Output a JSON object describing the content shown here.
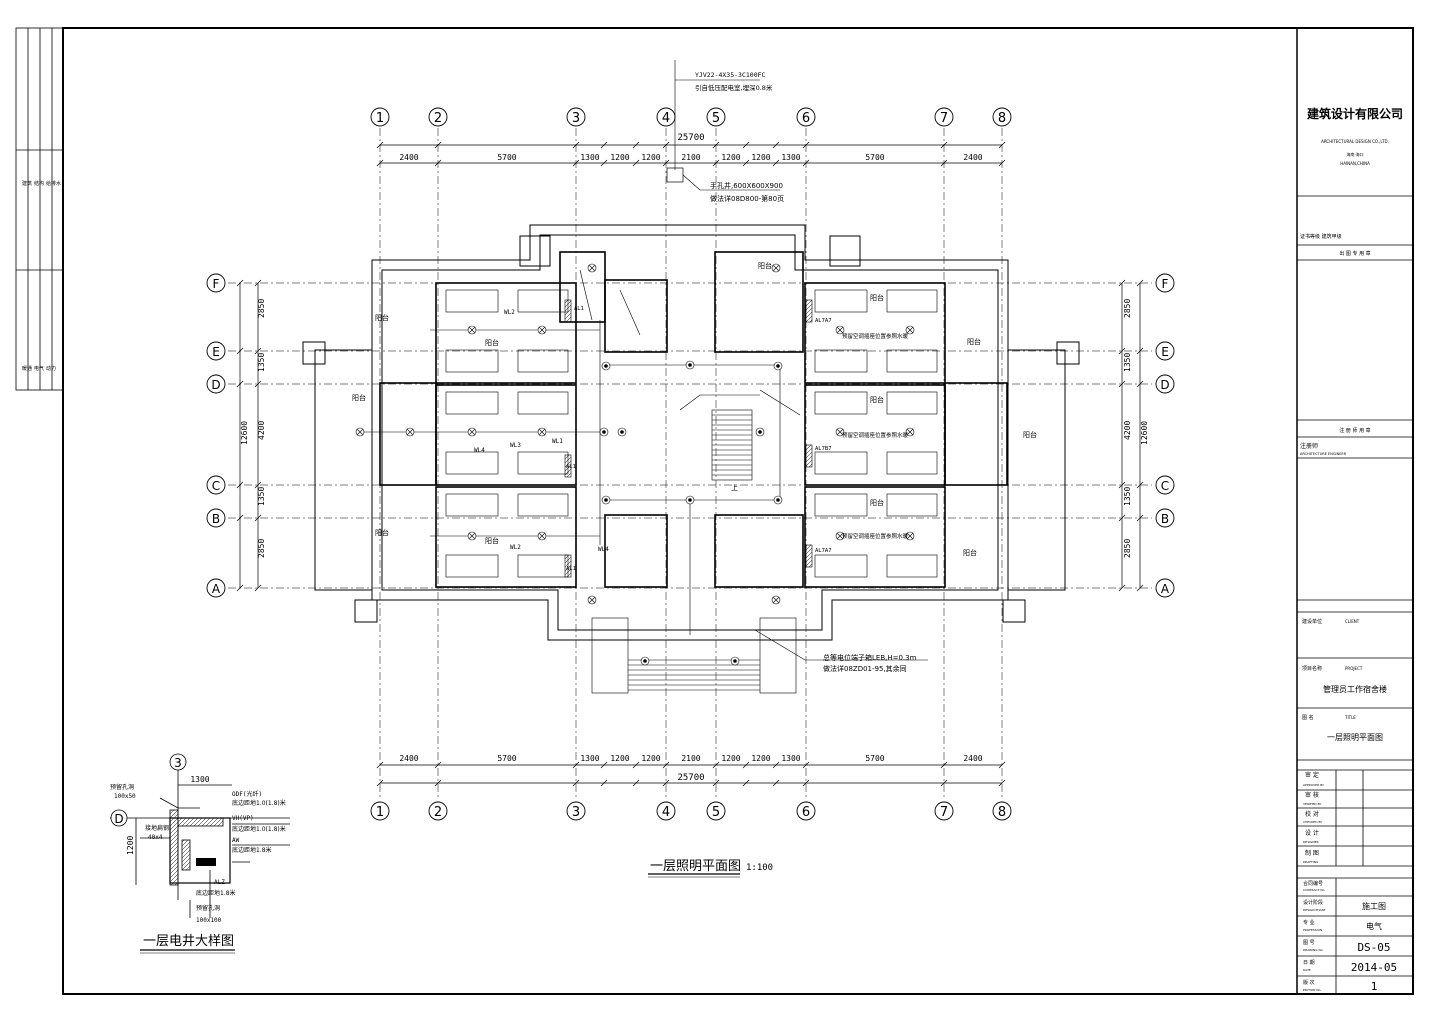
{
  "title_block": {
    "company": "建筑设计有限公司",
    "company_en": "ARCHITECTURAL DESIGN CO.,LTD.",
    "city_cn": "海南·海口",
    "city_en": "HAINAN,CHINA",
    "cert_label": "证书等级 建筑甲级",
    "stamp_label": "出 图 专 用 章",
    "reg_label": "注 册 师 用 章",
    "reg_engineer": "注册师",
    "reg_engineer_en": "ARCHITECTURE ENGINEER",
    "client_label": "建设单位",
    "client_en": "CLIENT",
    "project_label": "项目名称",
    "project_en": "PROJECT",
    "project_name": "管理员工作宿舍楼",
    "title_label": "图    名",
    "title_en": "TITLE",
    "drawing_title": "一层照明平面图",
    "approved": "审 定",
    "approved_en": "APPROVED BY",
    "verified": "审 核",
    "verified_en": "VERIFIED BY",
    "checked": "校 对",
    "checked_en": "CHECKED BY",
    "designed": "设 计",
    "designed_en": "DESIGNER",
    "drawn": "制 图",
    "drawn_en": "DRAFTING",
    "contract": "合同编号",
    "contract_en": "CONTRACT No.",
    "phase": "设计阶段",
    "phase_en": "DESIGN PHASE",
    "phase_val": "施工图",
    "discipline": "专 业",
    "discipline_en": "PROFESSION",
    "discipline_val": "电气",
    "drawing_no": "图 号",
    "drawing_no_en": "DRAWING No.",
    "drawing_no_val": "DS-05",
    "date": "日 期",
    "date_en": "DATE",
    "date_val": "2014-05",
    "version": "版 次",
    "version_en": "EDITION No.",
    "version_val": "1"
  },
  "plan": {
    "title": "一层照明平面图",
    "scale": "1:100",
    "cable_note_1": "YJV22-4X35-3C100FC",
    "cable_note_2": "引自低压配电室,埋深0.8米",
    "shaft_note_1": "手孔井,600X600X900",
    "shaft_note_2": "做法详08D800-第80页",
    "ground_note_1": "总等电位端子箱LEB,H=0.3m",
    "ground_note_2": "做法详08ZD01-95,其余同",
    "dim_total": "25700",
    "dims_top": [
      "2400",
      "5700",
      "1300",
      "1200",
      "1200",
      "2100",
      "1200",
      "1200",
      "1300",
      "5700",
      "2400"
    ],
    "dims_right": [
      "2850",
      "1350",
      "4200",
      "1350",
      "2850"
    ],
    "dim_vertical_total": "12600",
    "axes_x": [
      "1",
      "2",
      "3",
      "4",
      "5",
      "6",
      "7",
      "8"
    ],
    "axes_y": [
      "F",
      "E",
      "D",
      "C",
      "B",
      "A"
    ],
    "room_balcony": "阳台",
    "room_dorm_note": "预留空调插座位置参照水暖",
    "stair_label": "上",
    "circuit_labels": [
      "WL2",
      "WL1",
      "WL4",
      "WL3",
      "WL4",
      "WL2"
    ],
    "panel_labels": [
      "AL1",
      "AL7A7",
      "AL7B7",
      "AL1",
      "AL7A7",
      "AL1"
    ]
  },
  "detail": {
    "title": "一层电井大样图",
    "dim_width": "1300",
    "dim_height": "1200",
    "axis_x": "3",
    "axis_y": "D",
    "left_1": "预留孔洞",
    "left_1b": "100x50",
    "left_2": "接地扁钢",
    "left_2b": "40x4",
    "right_1": "ODF(光纤)",
    "right_1b": "底边距地1.0(1.8)米",
    "right_2": "VH(VP)",
    "right_2b": "底边距地1.0(1.8)米",
    "right_3": "AW",
    "right_3b": "底边距地1.8米",
    "bottom_1": "ALZ",
    "bottom_2": "底边距地1.8米",
    "bottom_3": "预留孔洞",
    "bottom_4": "100x100"
  },
  "left_strip": {
    "rows_a": [
      "建筑",
      "结构",
      "给排水"
    ],
    "rows_b": [
      "暖通",
      "电气",
      "动力"
    ]
  }
}
